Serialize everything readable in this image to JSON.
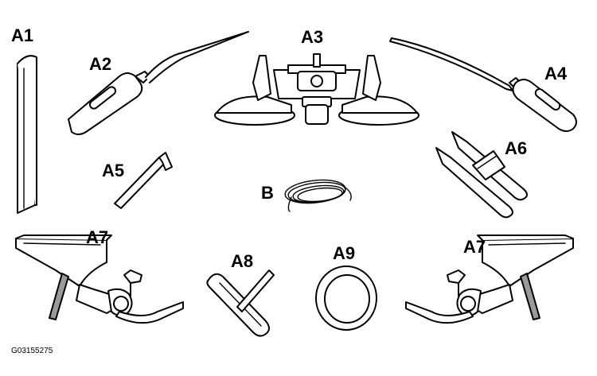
{
  "figure": {
    "labels": {
      "a1": "A1",
      "a2": "A2",
      "a3": "A3",
      "a4": "A4",
      "a5": "A5",
      "a6": "A6",
      "b": "B",
      "a7_left": "A7",
      "a8": "A8",
      "a9": "A9",
      "a7_right": "A7"
    },
    "code": "G03155275"
  }
}
